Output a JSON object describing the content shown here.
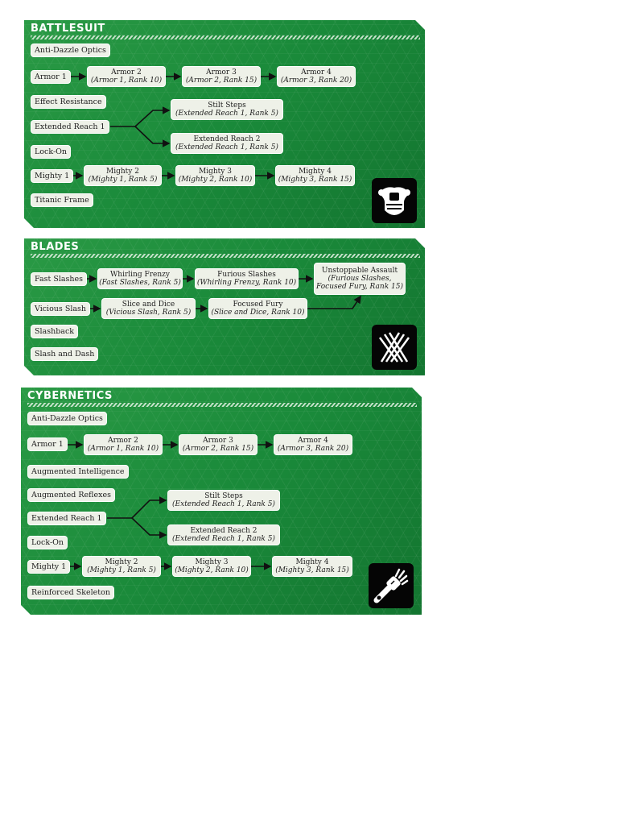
{
  "panels": {
    "battlesuit": {
      "title": "BATTLESUIT",
      "icon": "armor-icon",
      "roots": {
        "anti_dazzle": "Anti-Dazzle Optics",
        "armor1": "Armor 1",
        "effect_resistance": "Effect Resistance",
        "extended_reach1": "Extended Reach 1",
        "lock_on": "Lock-On",
        "mighty1": "Mighty 1",
        "titanic_frame": "Titanic Frame"
      },
      "upgrades": {
        "armor2": {
          "name": "Armor 2",
          "req": "(Armor 1, Rank 10)"
        },
        "armor3": {
          "name": "Armor 3",
          "req": "(Armor 2, Rank 15)"
        },
        "armor4": {
          "name": "Armor 4",
          "req": "(Armor 3, Rank 20)"
        },
        "stilt": {
          "name": "Stilt Steps",
          "req": "(Extended Reach 1, Rank 5)"
        },
        "reach2": {
          "name": "Extended Reach 2",
          "req": "(Extended Reach 1, Rank 5)"
        },
        "mighty2": {
          "name": "Mighty 2",
          "req": "(Mighty 1, Rank 5)"
        },
        "mighty3": {
          "name": "Mighty 3",
          "req": "(Mighty 2, Rank 10)"
        },
        "mighty4": {
          "name": "Mighty 4",
          "req": "(Mighty 3, Rank 15)"
        }
      }
    },
    "blades": {
      "title": "BLADES",
      "icon": "claws-icon",
      "roots": {
        "fast_slashes": "Fast Slashes",
        "vicious_slash": "Vicious Slash",
        "slashback": "Slashback",
        "slash_and_dash": "Slash and Dash"
      },
      "upgrades": {
        "whirling": {
          "name": "Whirling Frenzy",
          "req": "(Fast Slashes, Rank 5)"
        },
        "furious": {
          "name": "Furious Slashes",
          "req": "(Whirling Frenzy, Rank 10)"
        },
        "unstoppable": {
          "name": "Unstoppable Assault",
          "req1": "(Furious Slashes,",
          "req2": "Focused Fury, Rank 15)"
        },
        "slice": {
          "name": "Slice and Dice",
          "req": "(Vicious Slash, Rank 5)"
        },
        "focused": {
          "name": "Focused Fury",
          "req": "(Slice and Dice, Rank 10)"
        }
      }
    },
    "cybernetics": {
      "title": "CYBERNETICS",
      "icon": "robotic-arm-icon",
      "roots": {
        "anti_dazzle": "Anti-Dazzle Optics",
        "armor1": "Armor 1",
        "aug_intel": "Augmented Intelligence",
        "aug_reflex": "Augmented Reflexes",
        "extended_reach1": "Extended Reach 1",
        "lock_on": "Lock-On",
        "mighty1": "Mighty 1",
        "reinforced": "Reinforced Skeleton"
      },
      "upgrades": {
        "armor2": {
          "name": "Armor 2",
          "req": "(Armor 1, Rank 10)"
        },
        "armor3": {
          "name": "Armor 3",
          "req": "(Armor 2, Rank 15)"
        },
        "armor4": {
          "name": "Armor 4",
          "req": "(Armor 3, Rank 20)"
        },
        "stilt": {
          "name": "Stilt Steps",
          "req": "(Extended Reach 1, Rank 5)"
        },
        "reach2": {
          "name": "Extended Reach 2",
          "req": "(Extended Reach 1, Rank 5)"
        },
        "mighty2": {
          "name": "Mighty 2",
          "req": "(Mighty 1, Rank 5)"
        },
        "mighty3": {
          "name": "Mighty 3",
          "req": "(Mighty 2, Rank 10)"
        },
        "mighty4": {
          "name": "Mighty 4",
          "req": "(Mighty 3, Rank 15)"
        }
      }
    }
  },
  "colors": {
    "panel_green": "#1a8a3a",
    "node_fill": "#eef1e8",
    "icon_bg": "#050505"
  }
}
